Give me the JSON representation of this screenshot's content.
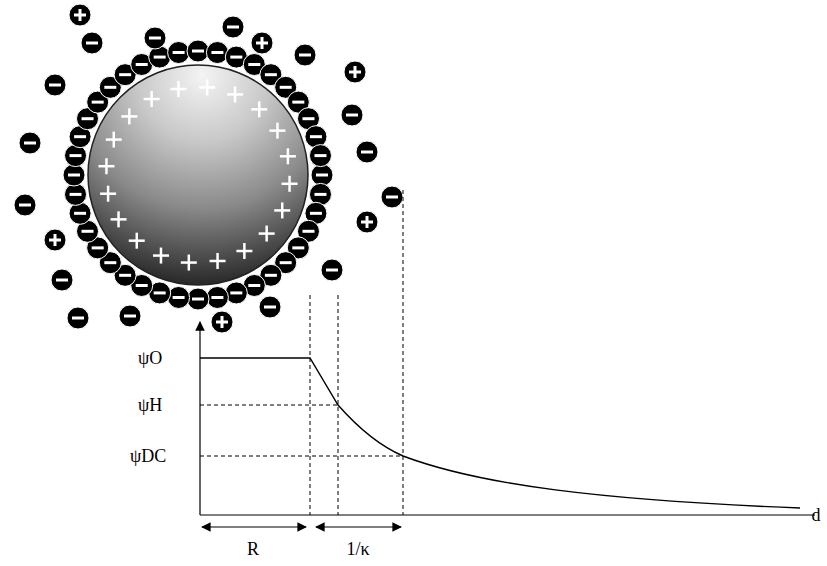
{
  "diagram": {
    "labels": [
      "ψO",
      "ψH",
      "ψDC",
      "R",
      "1/κ",
      "d"
    ]
  }
}
